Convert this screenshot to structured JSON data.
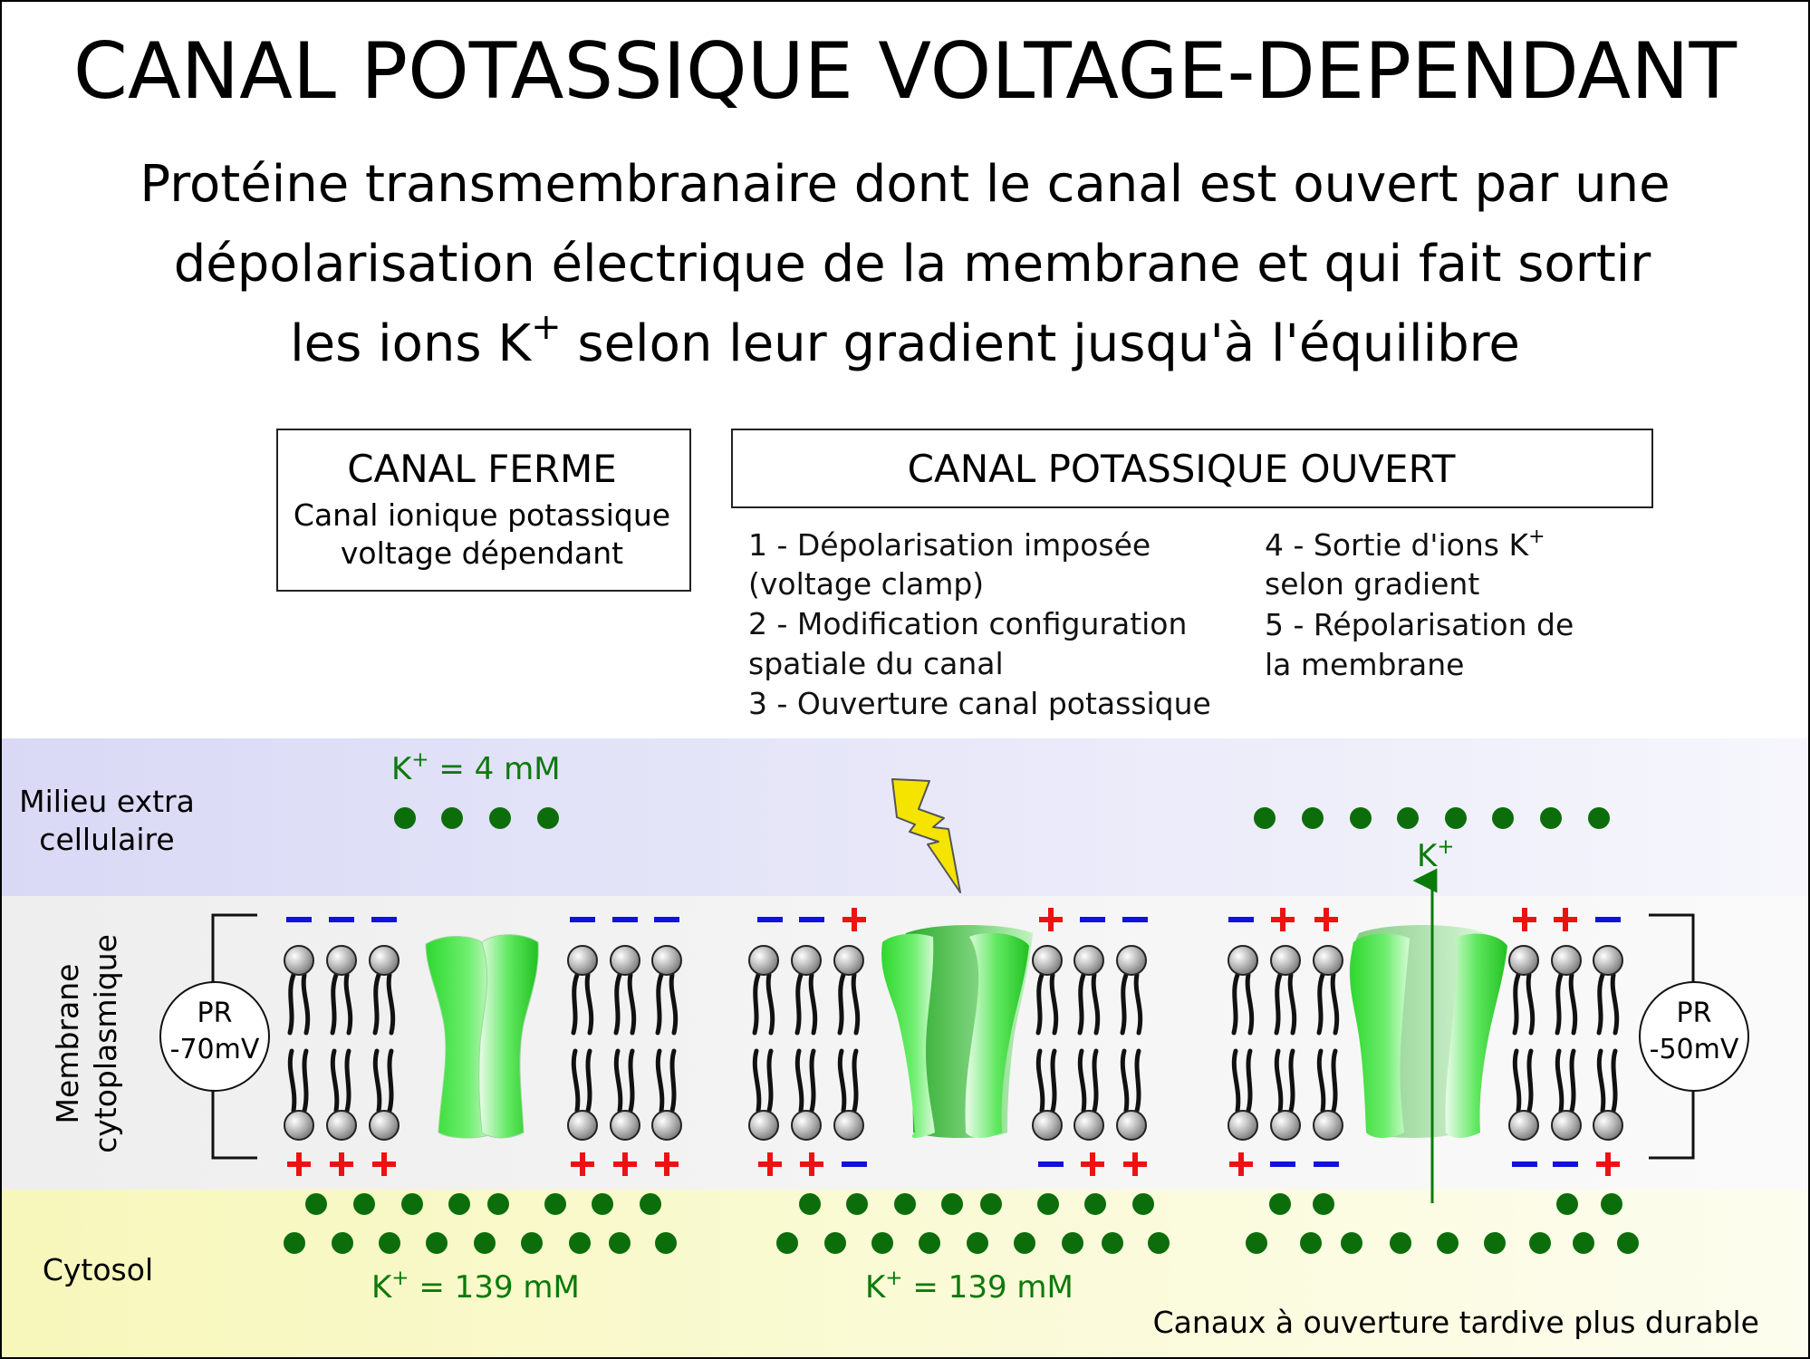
{
  "title": "CANAL POTASSIQUE VOLTAGE-DEPENDANT",
  "subtitle": {
    "line1": "Protéine transmembranaire dont le canal est ouvert par une",
    "line2": "dépolarisation électrique de la membrane et qui fait sortir",
    "line3_before": "les ions K",
    "line3_sup": "+",
    "line3_after": " selon leur gradient jusqu'à l'équilibre"
  },
  "box_closed": {
    "title": "CANAL FERME",
    "line1": "Canal ionique potassique",
    "line2": "voltage dépendant"
  },
  "box_open": {
    "title": "CANAL POTASSIQUE OUVERT"
  },
  "steps": {
    "s1a": "1 - Dépolarisation imposée",
    "s1b": "(voltage clamp)",
    "s2a": "2 - Modification configuration",
    "s2b": "spatiale du canal",
    "s3": "3 - Ouverture canal potassique",
    "s4a_before": "4 - Sortie d'ions K",
    "s4a_sup": "+",
    "s4b": "selon gradient",
    "s5a": "5 - Répolarisation de",
    "s5b": "la membrane"
  },
  "zones": {
    "extra_line1": "Milieu extra",
    "extra_line2": "cellulaire",
    "membrane_line1": "Membrane",
    "membrane_line2": "cytoplasmique",
    "cytosol": "Cytosol"
  },
  "concentrations": {
    "k_symbol": "K",
    "k_sup": "+",
    "extra_value": " = 4 mM",
    "cyto_value": " = 139 mM"
  },
  "potentials": {
    "left_label": "PR",
    "left_value": "-70mV",
    "right_label": "PR",
    "right_value": "-50mV"
  },
  "ion_flux_label_sup": "+",
  "footnote": "Canaux à ouverture tardive plus durable",
  "colors": {
    "extra_zone": "#dcdcf7",
    "membrane_zone": "#f2f2f2",
    "cytosol_zone": "#f8f8c0",
    "ion": "#0b6e0b",
    "ion_text": "#0b7a0b",
    "plus": "#ee1111",
    "minus": "#1111dd",
    "channel": "#44e044",
    "lightning": "#f2e200"
  }
}
